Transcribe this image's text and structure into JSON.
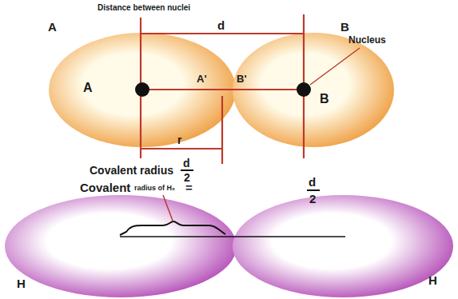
{
  "diagram": {
    "nodes": [
      {
        "text": [
          "A",
          "A'"
        ]
      },
      {
        "text": [
          "B'",
          "B"
        ]
      },
      {
        "text": [
          "H"
        ]
      },
      {
        "text": [
          "H"
        ]
      }
    ],
    "labels": [
      "Distance between nuclei",
      "A",
      "d",
      "B",
      "Nucleus",
      "r",
      "Covalent radius",
      "d",
      "2",
      "Covalent",
      "radius of H₂",
      "=",
      "d",
      "2"
    ]
  }
}
